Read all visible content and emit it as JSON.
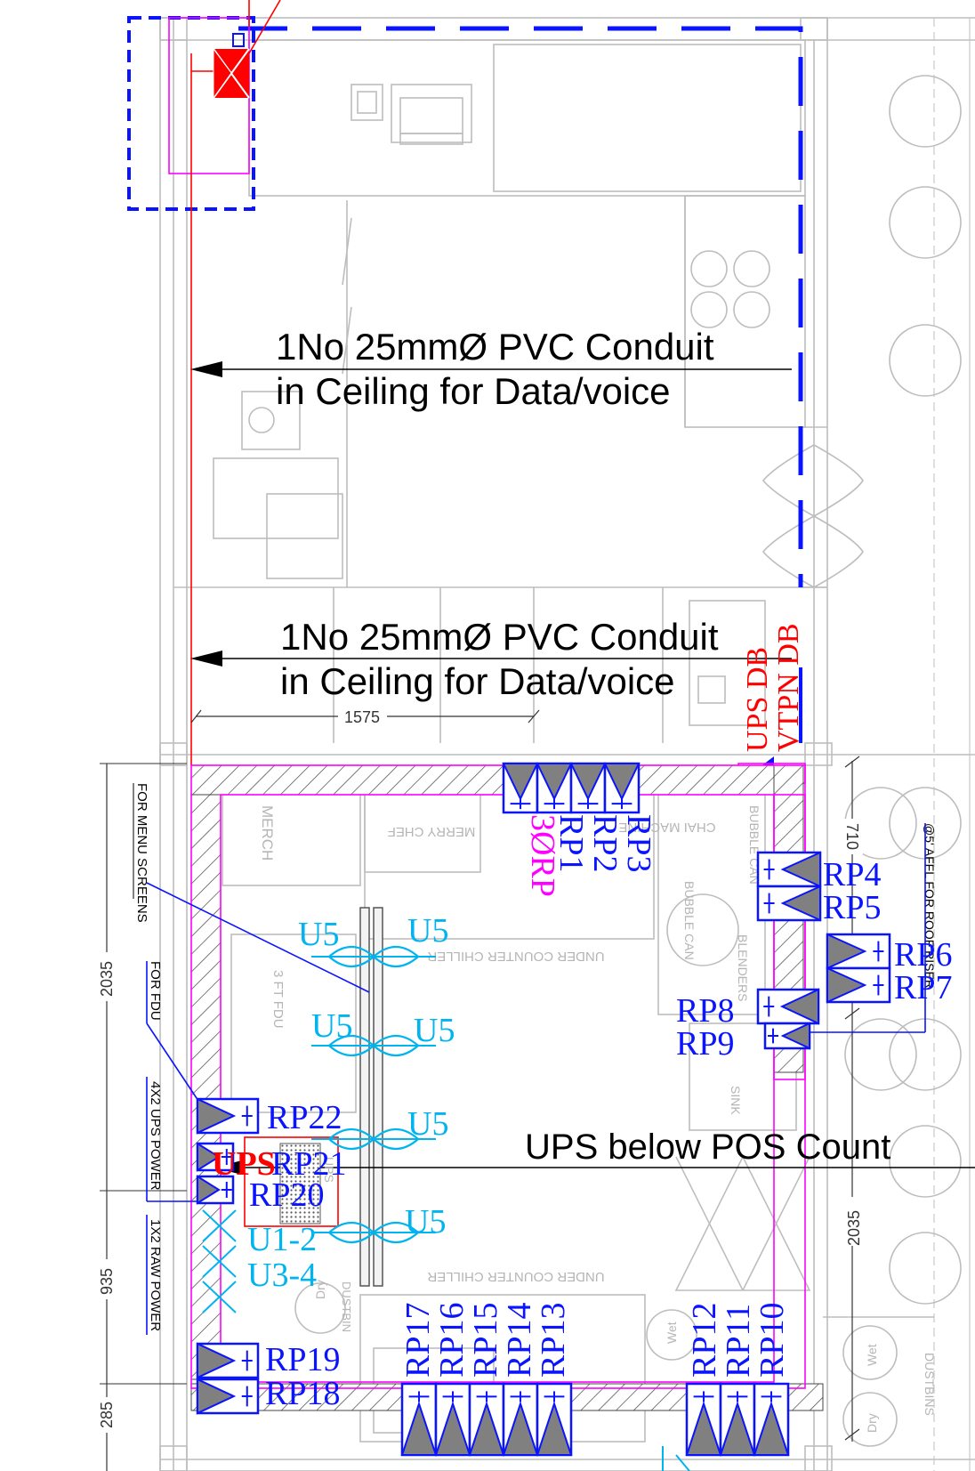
{
  "notes": {
    "conduit_1_line1": "1No 25mmØ PVC Conduit",
    "conduit_1_line2": "in Ceiling for Data/voice",
    "conduit_2_line1": "1No 25mmØ PVC Conduit",
    "conduit_2_line2": "in Ceiling for Data/voice",
    "ups_below_pos": "UPS below POS Count",
    "ups_db": "UPS DB",
    "vtpn_db": "VTPN DB",
    "menu_screens": "FOR MENU SCREENS",
    "for_fdu": "FOR FDU",
    "ups_power": "4X2 UPS POWER",
    "raw_power": "1X2 RAW POWER",
    "roof_riser": "@5' AFFL FOR ROOF RISER"
  },
  "dimensions": {
    "d1575": "1575",
    "d2035_left": "2035",
    "d935": "935",
    "d285": "285",
    "d710": "710",
    "d2035_right": "2035"
  },
  "equipment_labels": {
    "merch": "MERCH",
    "merry_chef": "MERRY CHEF",
    "chai_machine": "CHAI MACHINE",
    "bubble_can_1": "BUBBLE CAN",
    "bubble_can_2": "BUBBLE CAN",
    "blenders": "BLENDERS",
    "under_counter_chiller_1": "UNDER COUNTER CHILLER",
    "under_counter_chiller_2": "UNDER COUNTER CHILLER",
    "fdu": "3 FT FDU",
    "sink": "SINK",
    "dustbin_dry_1": "DUSTBIN",
    "dry_1": "Dry",
    "wet_1": "Wet",
    "wet_2": "Wet",
    "dry_2": "Dry",
    "dustbins": "DUSTBINS",
    "ups": "UPS"
  },
  "circuits": {
    "rp3phase": "3ØRP",
    "rp1": "RP1",
    "rp2": "RP2",
    "rp3": "RP3",
    "rp4": "RP4",
    "rp5": "RP5",
    "rp6": "RP6",
    "rp7": "RP7",
    "rp8": "RP8",
    "rp9": "RP9",
    "rp10": "RP10",
    "rp11": "RP11",
    "rp12": "RP12",
    "rp13": "RP13",
    "rp14": "RP14",
    "rp15": "RP15",
    "rp16": "RP16",
    "rp17": "RP17",
    "rp18": "RP18",
    "rp19": "RP19",
    "rp20": "RP20",
    "rp21": "RP21",
    "rp22": "RP22",
    "u5": "U5",
    "u1_2": "U1-2",
    "u3_4": "U3-4",
    "ups_red": "UPS"
  },
  "colors": {
    "blue": "#0a14ff",
    "cyan": "#00b4f0",
    "red": "#ff0000",
    "magenta": "#ff00ff",
    "grey": "#bdbdbd",
    "socket_fill": "#808080"
  }
}
